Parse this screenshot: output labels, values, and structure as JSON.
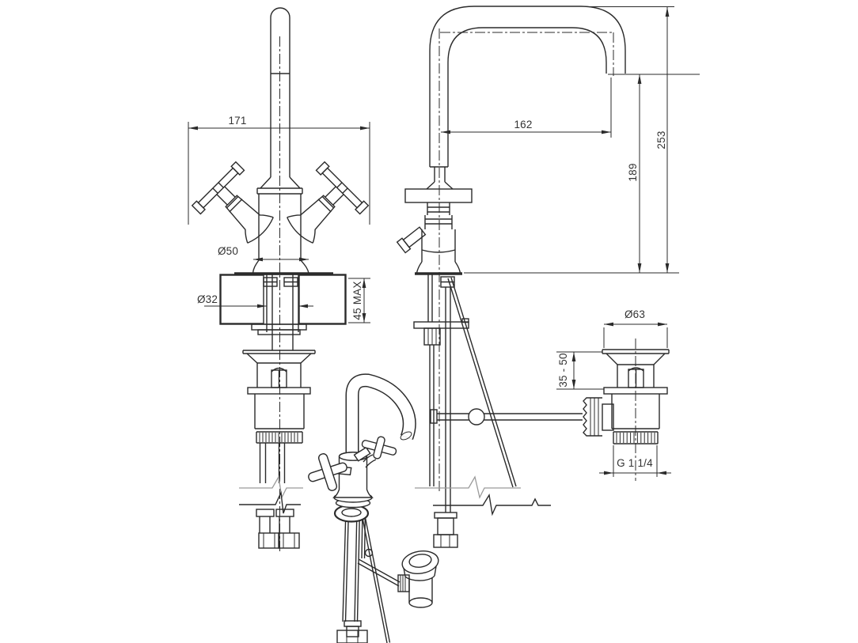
{
  "dimensions": {
    "handle_width": "171",
    "spout_reach": "162",
    "spout_outlet_height": "189",
    "overall_height": "253",
    "base_diameter": "Ø50",
    "mounting_hole_diameter": "Ø32",
    "max_deck_thickness": "45 MAX",
    "waste_flange_diameter": "Ø63",
    "waste_clamping_range": "35 - 50",
    "waste_thread_size": "G 1 1/4"
  },
  "colors": {
    "line": "#2b2b2b",
    "break_line": "#9a9a9a",
    "hatch": "#5a5a5a",
    "text": "#333333",
    "background": "#ffffff"
  }
}
